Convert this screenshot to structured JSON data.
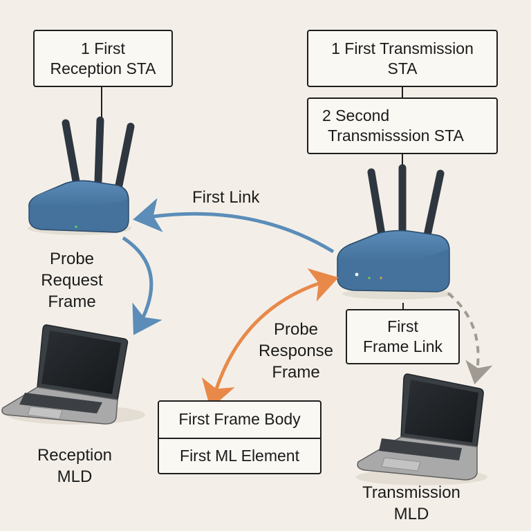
{
  "diagram": {
    "nodes": {
      "reception_sta": {
        "lines": [
          "1 First",
          "Reception STA"
        ]
      },
      "first_transmission_sta": {
        "lines": [
          "1 First Transmission",
          "STA"
        ]
      },
      "second_transmission_sta": {
        "lines": [
          "2 Second",
          "Transmisssion STA"
        ]
      },
      "first_frame_link": {
        "lines": [
          "First",
          "Frame Link"
        ]
      },
      "frame_structure": {
        "rows": [
          "First Frame Body",
          "First ML Element"
        ]
      },
      "reception_mld": {
        "lines": [
          "Reception",
          "MLD"
        ]
      },
      "transmission_mld": {
        "lines": [
          "Transmission",
          "MLD"
        ]
      }
    },
    "devices": {
      "left_router": {
        "icon": "router-icon",
        "indicator_leds": [
          "green"
        ]
      },
      "right_router": {
        "icon": "router-icon",
        "indicator_leds": [
          "white",
          "green",
          "orange"
        ]
      },
      "left_laptop": {
        "icon": "laptop-icon"
      },
      "right_laptop": {
        "icon": "laptop-icon"
      }
    },
    "edges": {
      "first_link": {
        "label": "First Link",
        "from": "right_router",
        "to": "left_router",
        "style": "solid",
        "color": "#5b8db8"
      },
      "probe_request": {
        "label_lines": [
          "Probe",
          "Request",
          "Frame"
        ],
        "from": "left_router",
        "to": "left_laptop",
        "style": "solid",
        "color": "#5b8db8"
      },
      "probe_response": {
        "label_lines": [
          "Probe",
          "Response",
          "Frame"
        ],
        "from": "frame_structure",
        "to": "right_router",
        "style": "solid-bidirectional",
        "color": "#e8894a"
      },
      "to_transmission_mld": {
        "label": "",
        "from": "right_router",
        "to": "right_laptop",
        "style": "dashed",
        "color": "#a09a92"
      }
    },
    "colors": {
      "background": "#f3efe8",
      "router_body": "#4a7aa6",
      "antenna": "#2e3640",
      "link_blue": "#5b8db8",
      "link_orange": "#e8894a",
      "link_gray": "#a09a92"
    }
  }
}
